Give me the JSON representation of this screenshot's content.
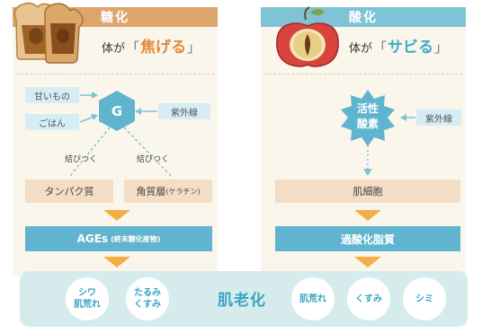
{
  "glycation": {
    "title": "糖化",
    "phrase_pre": "体が",
    "phrase_kw": "焦げる",
    "bracket_open": "「",
    "bracket_close": "」",
    "cause_1": "甘いもの",
    "cause_2": "ごはん",
    "center": "G",
    "uv": "紫外線",
    "link_1": "結びつく",
    "link_2": "結びつく",
    "target_1": "タンパク質",
    "target_2": "角質層",
    "target_2_note": "(ケラチン)",
    "product": "AGEs",
    "product_note": "(終末糖化産物)"
  },
  "oxidation": {
    "title": "酸化",
    "phrase_pre": "体が",
    "phrase_kw": "サビる",
    "bracket_open": "「",
    "bracket_close": "」",
    "center_line1": "活性",
    "center_line2": "酸素",
    "uv": "紫外線",
    "target": "肌細胞",
    "product": "過酸化脂質"
  },
  "result": {
    "title": "肌老化",
    "left_circles": [
      {
        "line1": "シワ",
        "line2": "肌荒れ"
      },
      {
        "line1": "たるみ",
        "line2": "くすみ"
      }
    ],
    "right_circles": [
      "肌荒れ",
      "くすみ",
      "シミ"
    ]
  },
  "colors": {
    "glycation_accent": "#dba56c",
    "oxidation_accent": "#7fc4d6",
    "result_band": "#d6ecec",
    "arrow_left": "#f3ae46",
    "arrow_right": "#f3ae46",
    "result_text": "#3aa3c2"
  },
  "icons": {
    "toast": "toast-icon",
    "apple": "apple-icon",
    "g_hexagon": "hexagon-icon",
    "ros_starburst": "starburst-icon"
  }
}
